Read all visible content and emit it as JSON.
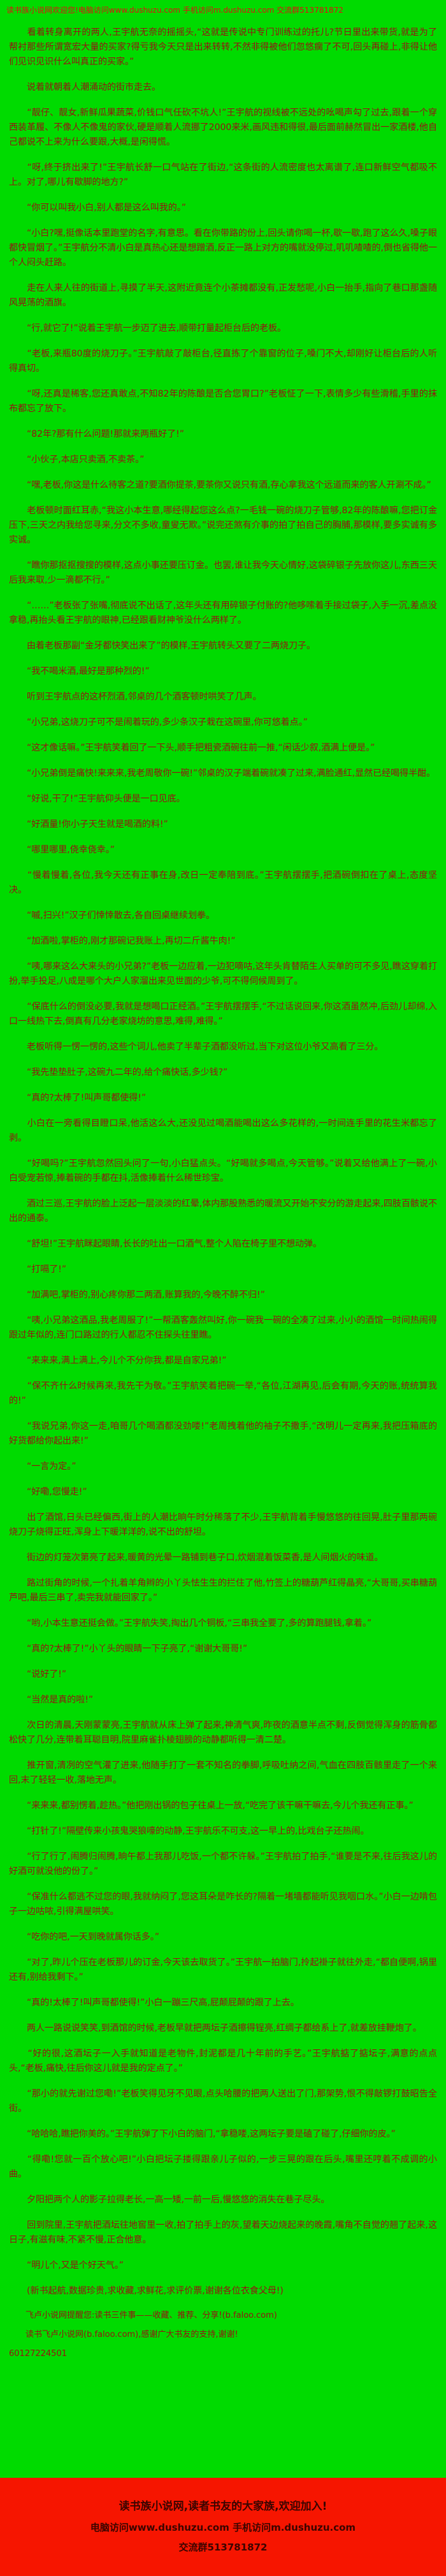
{
  "header": {
    "notice": "读书族小说网欢迎您!电脑访问www.dushuzu.com 手机访问m.dushuzu.com 交流群513781872"
  },
  "novel": {
    "paragraphs": [
      "　　看着转身离开的两人,王宇航无奈的摇摇头,“这就是传说中专门训练过的托儿?节日里出来带货,就是为了帮衬那些所谓宽宏大量的买家?得亏我今天只是出来转转,不然非得被他们忽悠瘸了不可,回头再碰上,非得让他们见识见识什么叫真正的买家。”",
      "　　说着就朝着人潮涌动的街市走去。",
      "　　“靓仔、靓女,新鲜瓜果蔬菜,价钱口气任砍不坑人!”王宇航的视线被不远处的吆喝声勾了过去,跟着一个穿西装革履、不像人不像鬼的家伙,硬是顺着人流挪了2000来米,画风违和得很,最后面前赫然冒出一家酒楼,他自己都说不上来为什么要跟,大概,是闲得慌。",
      "　　“呀,终于挤出来了!”王宇航长舒一口气站在了街边,“这条街的人流密度也太离谱了,连口新鲜空气都吸不上。对了,哪儿有歇脚的地方?”",
      "　　“你可以叫我小白,别人都是这么叫我的。”",
      "　　“小白?嘿,挺像话本里跑堂的名字,有意思。看在你带路的份上,回头请你喝一杯,歇一歇,跑了这么久,嗓子眼都快冒烟了。”王宇航分不清小白是真热心还是想蹭酒,反正一路上对方的嘴就没停过,叽叽喳喳的,倒也省得他一个人闷头赶路。",
      "　　走在人来人往的街道上,寻摸了半天,这附近竟连个小茶摊都没有,正发愁呢,小白一抬手,指向了巷口那盏随风晃荡的酒旗。",
      "　　“行,就它了!”说着王宇航一步迈了进去,顺带打量起柜台后的老板。",
      "　　“老板,来瓶80度的烧刀子。”王宇航敲了敲柜台,径直拣了个靠窗的位子,嗓门不大,却刚好让柜台后的人听得真切。",
      "　　“呀,还真是稀客,您还真敢点,不知82年的陈酿是否合您胃口?”老板怔了一下,表情多少有些滑稽,手里的抹布都忘了放下。",
      "　　“82年?那有什么问题!那就来两瓶好了!”",
      "　　“小伙子,本店只卖酒,不卖茶。”",
      "　　“嘿,老板,你这是什么待客之道?要酒你提茶,要茶你又说只有酒,存心拿我这个远道而来的客人开涮不成。”",
      "　　老板顿时面红耳赤,“我这小本生意,哪经得起您这么点?一毛钱一碗的烧刀子管够,82年的陈酿嘛,您把订金压下,三天之内我给您寻来,分文不多收,童叟无欺。”说完还煞有介事的拍了拍自己的胸脯,那模样,要多实诚有多实诚。",
      "　　“瞧你那抠抠搜搜的模样,这点小事还要压订金。也罢,谁让我今天心情好,这袋碎银子先放你这儿,东西三天后我来取,少一滴都不行。”",
      "　　“……”老板张了张嘴,彻底说不出话了,这年头还有用碎银子付账的?他哆嗦着手接过袋子,入手一沉,差点没拿稳,再抬头看王宇航的眼神,已经跟看财神爷没什么两样了。",
      "　　由着老板那副“金牙都快笑出来了”的模样,王宇航转头又要了二两烧刀子。",
      "　　“我不喝米酒,最好是那种烈的!”",
      "　　听到王宇航点的这杯烈酒,邻桌的几个酒客顿时哄笑了几声。",
      "　　“小兄弟,这烧刀子可不是闹着玩的,多少条汉子栽在这碗里,你可悠着点。”",
      "　　“这才像话嘛。”王宇航笑着回了一下头,顺手把粗瓷酒碗往前一推,“闲话少叙,酒满上便是。”",
      "　　“小兄弟倒是痛快!来来来,我老周敬你一碗!”邻桌的汉子端着碗就凑了过来,满脸通红,显然已经喝得半酣。",
      "　　“好说,干了!”王宇航仰头便是一口见底。",
      "　　“好酒量!你小子天生就是喝酒的料!”",
      "　　“哪里哪里,侥幸侥幸。”",
      "　　“慢着慢着,各位,我今天还有正事在身,改日一定奉陪到底。”王宇航摆摆手,把酒碗倒扣在了桌上,态度坚决。",
      "　　“嘁,扫兴!”汉子们悻悻散去,各自回桌继续划拳。",
      "　　“加酒啦,掌柜的,刚才那碗记我账上,再切二斤酱牛肉!”",
      "　　“咦,哪来这么大来头的小兄弟?”老板一边应着,一边犯嘀咕,这年头肯替陌生人买单的可不多见,瞧这穿着打扮,举手投足,八成是哪个大户人家溜出来见世面的少爷,可不得伺候周到了。",
      "　　“保底什么的倒没必要,我就是想喝口正经酒。”王宇航摆摆手,“不过话说回来,你这酒虽然冲,后劲儿却绵,入口一线热下去,倒真有几分老家烧坊的意思,难得,难得。”",
      "　　老板听得一愣一愣的,这些个词儿,他卖了半辈子酒都没听过,当下对这位小爷又高看了三分。",
      "　　“我先垫垫肚子,这碗九二年的,给个痛快话,多少钱?”",
      "　　“真的?太棒了!叫声哥都使得!”",
      "　　小白在一旁看得目瞪口呆,他活这么大,还没见过喝酒能喝出这么多花样的,一时间连手里的花生米都忘了剥。",
      "　　“好喝吗?”王宇航忽然回头问了一句,小白猛点头。“好喝就多喝点,今天管够。”说着又给他满上了一碗,小白受宠若惊,捧着碗的手都在抖,活像捧着什么稀世珍宝。",
      "　　酒过三巡,王宇航的脸上泛起一层淡淡的红晕,体内那股熟悉的暖流又开始不安分的游走起来,四肢百骸说不出的通泰。",
      "　　“舒坦!”王宇航眯起眼睛,长长的吐出一口酒气,整个人陷在椅子里不想动弹。",
      "　　“打嗝了!”",
      "　　“加满吧,掌柜的,别心疼你那二两酒,账算我的,今晚不醉不归!”",
      "　　“咦,小兄弟这酒品,我老周服了!”一帮酒客轰然叫好,你一碗我一碗的全凑了过来,小小的酒馆一时间热闹得跟过年似的,连门口路过的行人都忍不住探头往里瞧。",
      "　　“来来来,满上满上,今儿个不分你我,都是自家兄弟!”",
      "　　“保不齐什么时候再来,我先干为敬。”王宇航笑着把碗一举,“各位,江湖再见,后会有期,今天的账,统统算我的!”",
      "　　“我说兄弟,你这一走,咱哥几个喝酒都没劲喽!”老周拽着他的袖子不撒手,“改明儿一定再来,我把压箱底的好货都给你起出来!”",
      "　　“一言为定。”",
      "　　“好嘞,您慢走!”",
      "　　出了酒馆,日头已经偏西,街上的人潮比晌午时分稀落了不少,王宇航背着手慢悠悠的往回晃,肚子里那两碗烧刀子烧得正旺,浑身上下暖洋洋的,说不出的舒坦。",
      "　　街边的灯笼次第亮了起来,暖黄的光晕一路铺到巷子口,炊烟混着饭菜香,是人间烟火的味道。",
      "　　路过街角的时候,一个扎着羊角辫的小丫头怯生生的拦住了他,竹签上的糖葫芦红得晶亮,“大哥哥,买串糖葫芦吧,最后三串了,卖完我就能回家了。”",
      "　　“哟,小本生意还挺会做。”王宇航失笑,掏出几个铜板,“三串我全要了,多的算跑腿钱,拿着。”",
      "　　“真的?太棒了!”小丫头的眼睛一下子亮了,“谢谢大哥哥!”",
      "　　“说好了!”",
      "　　“当然是真的啦!”",
      "　　次日的清晨,天刚蒙蒙亮,王宇航就从床上弹了起来,神清气爽,昨夜的酒意半点不剩,反倒觉得浑身的筋骨都松快了几分,连带着耳聪目明,院里麻雀扑棱翅膀的动静都听得一清二楚。",
      "　　推开窗,清冽的空气灌了进来,他随手打了一套不知名的拳脚,呼吸吐纳之间,气血在四肢百骸里走了一个来回,末了轻轻一收,落地无声。",
      "　　“来来来,都别愣着,趁热。”他把刚出锅的包子往桌上一放,“吃完了该干嘛干嘛去,今儿个我还有正事。”",
      "　　“打针了!”隔壁传来小孩鬼哭狼嚎的动静,王宇航乐不可支,这一早上的,比戏台子还热闹。",
      "　　“行了行了,闹腾归闹腾,晌午都上我那儿吃饭,一个都不许躲。”王宇航拍了拍手,“谁要是不来,往后我这儿的好酒可就没他的份了。”",
      "　　“保准什么都逃不过您的眼,我就纳闷了,您这耳朵是咋长的?隔着一堵墙都能听见我咽口水。”小白一边啃包子一边咕哝,引得满屋哄笑。",
      "　　“吃你的吧,一天到晚就属你话多。”",
      "　　“对了,昨儿个压在老板那儿的订金,今天该去取货了。”王宇航一拍脑门,拎起褂子就往外走,“都自便啊,锅里还有,别给我剩下。”",
      "　　“真的!太棒了!叫声哥都使得!”小白一蹦三尺高,屁颠屁颠的跟了上去。",
      "　　两人一路说说笑笑,到酒馆的时候,老板早就把两坛子酒擦得锃亮,红绸子都给系上了,就差放挂鞭炮了。",
      "　　“好的很,这酒坛子一入手就知道是老物件,封泥都是几十年前的手艺。”王宇航掂了掂坛子,满意的点点头,“老板,痛快,往后你这儿就是我的定点了。”",
      "　　“那小的就先谢过您嘞!”老板笑得见牙不见眼,点头哈腰的把两人送出了门,那架势,恨不得敲锣打鼓昭告全街。",
      "　　“哈哈哈,瞧把你美的。”王宇航弹了下小白的脑门,“拿稳喽,这两坛子要是磕了碰了,仔细你的皮。”",
      "　　“得嘞!您就一百个放心吧!”小白把坛子搂得跟亲儿子似的,一步三晃的跟在后头,嘴里还哼着不成调的小曲。",
      "　　夕阳把两个人的影子拉得老长,一高一矮,一前一后,慢悠悠的消失在巷子尽头。",
      "　　回到院里,王宇航把酒坛往地窖里一收,拍了拍手上的灰,望着天边烧起来的晚霞,嘴角不自觉的翘了起来,这日子,有滋有味,不紧不慢,正合他意。",
      "　　“明儿个,又是个好天气。”",
      "　　(新书起航,数据珍贵,求收藏,求鲜花,求评价票,谢谢各位衣食父母!)"
    ]
  },
  "footer": {
    "reminder": "　　飞卢小说网提醒您:读书三件事——收藏、推荐、分享!(b.faloo.com)",
    "thanks": "　　读书飞卢小说网(b.faloo.com),感谢广大书友的支持,谢谢!",
    "chapter_code": "60127224501"
  },
  "banner": {
    "line1": "读书族小说网,读者书友的大家族,欢迎加入!",
    "line2": "电脑访问www.dushuzu.com 手机访问m.dushuzu.com",
    "line3": "交流群513781872"
  },
  "colors": {
    "page_background": "#00DB00",
    "body_text": "#971111",
    "header_text": "#E01010",
    "banner_background": "#F61500",
    "banner_text": "#3A0500"
  }
}
